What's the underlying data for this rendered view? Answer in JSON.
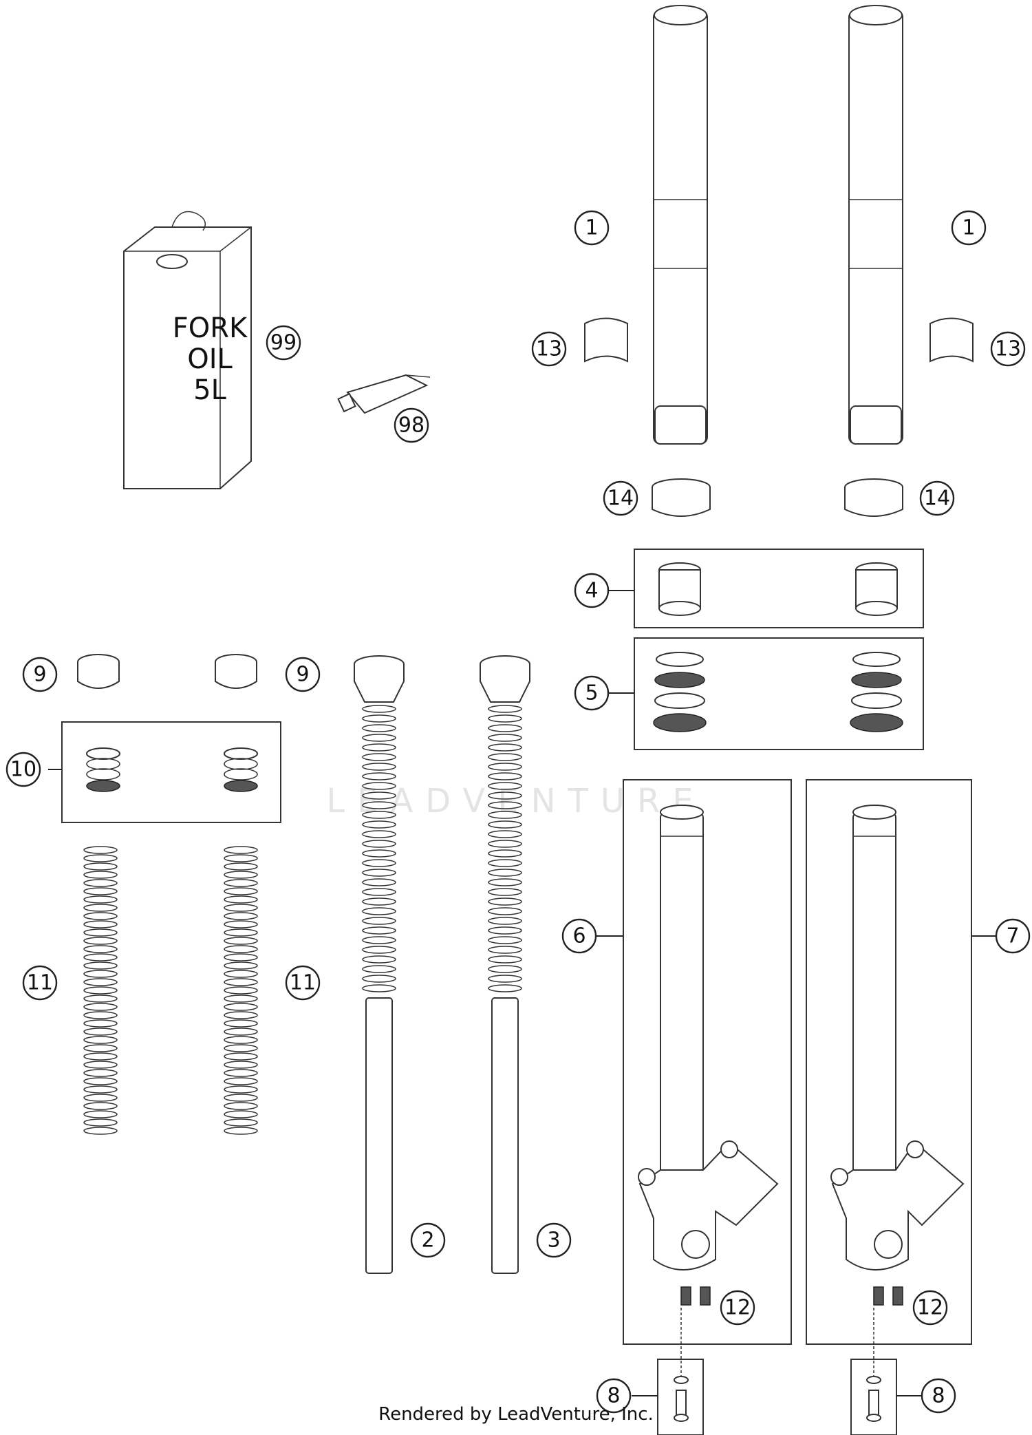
{
  "diagram": {
    "can_label_lines": [
      "FORK",
      "OIL",
      "5L"
    ],
    "watermark": "LEADVENTURE",
    "footer_credit": "Rendered by LeadVenture, Inc.",
    "callouts": [
      {
        "id": "c-1a",
        "label": "1"
      },
      {
        "id": "c-1b",
        "label": "1"
      },
      {
        "id": "c-99",
        "label": "99"
      },
      {
        "id": "c-98",
        "label": "98"
      },
      {
        "id": "c-13a",
        "label": "13"
      },
      {
        "id": "c-13b",
        "label": "13"
      },
      {
        "id": "c-14a",
        "label": "14"
      },
      {
        "id": "c-14b",
        "label": "14"
      },
      {
        "id": "c-4",
        "label": "4"
      },
      {
        "id": "c-5",
        "label": "5"
      },
      {
        "id": "c-9a",
        "label": "9"
      },
      {
        "id": "c-9b",
        "label": "9"
      },
      {
        "id": "c-10",
        "label": "10"
      },
      {
        "id": "c-11a",
        "label": "11"
      },
      {
        "id": "c-11b",
        "label": "11"
      },
      {
        "id": "c-6",
        "label": "6"
      },
      {
        "id": "c-7",
        "label": "7"
      },
      {
        "id": "c-2",
        "label": "2"
      },
      {
        "id": "c-3",
        "label": "3"
      },
      {
        "id": "c-12a",
        "label": "12"
      },
      {
        "id": "c-12b",
        "label": "12"
      },
      {
        "id": "c-8a",
        "label": "8"
      },
      {
        "id": "c-8b",
        "label": "8"
      }
    ]
  }
}
